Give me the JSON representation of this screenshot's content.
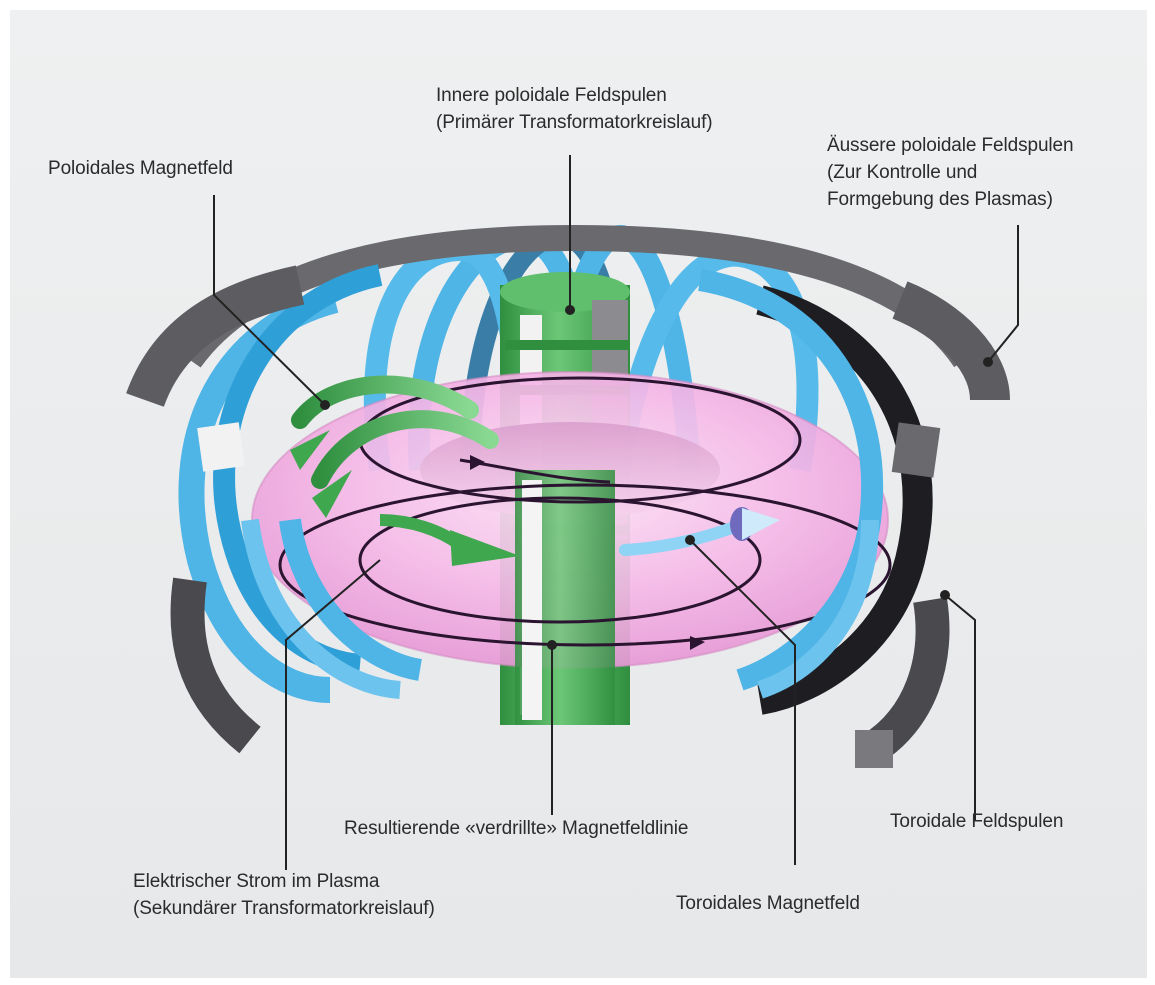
{
  "labels": {
    "inner_poloidal": {
      "line1": "Innere poloidale Feldspulen",
      "line2": "(Primärer Transformatorkreislauf)"
    },
    "outer_poloidal": {
      "line1": "Äussere poloidale Feldspulen",
      "line2": "(Zur Kontrolle und",
      "line3": "Formgebung des Plasmas)"
    },
    "poloidal_field": {
      "line1": "Poloidales Magnetfeld"
    },
    "resulting_field_line": {
      "line1": "Resultierende «verdrillte» Magnetfeldlinie"
    },
    "toroidal_coils": {
      "line1": "Toroidale Feldspulen"
    },
    "plasma_current": {
      "line1": "Elektrischer Strom im Plasma",
      "line2": "(Sekundärer Transformatorkreislauf)"
    },
    "toroidal_field": {
      "line1": "Toroidales Magnetfeld"
    }
  },
  "colors": {
    "plasma": "#f4b6e6",
    "toroidal_coil": "#4fb4e6",
    "toroidal_coil_dark": "#1e8fc8",
    "poloidal_coil": "#5d5d61",
    "poloidal_coil_dark": "#3e3e42",
    "central_solenoid": "#3fa84f",
    "field_line": "#2a1430",
    "leader_line": "#222222"
  }
}
